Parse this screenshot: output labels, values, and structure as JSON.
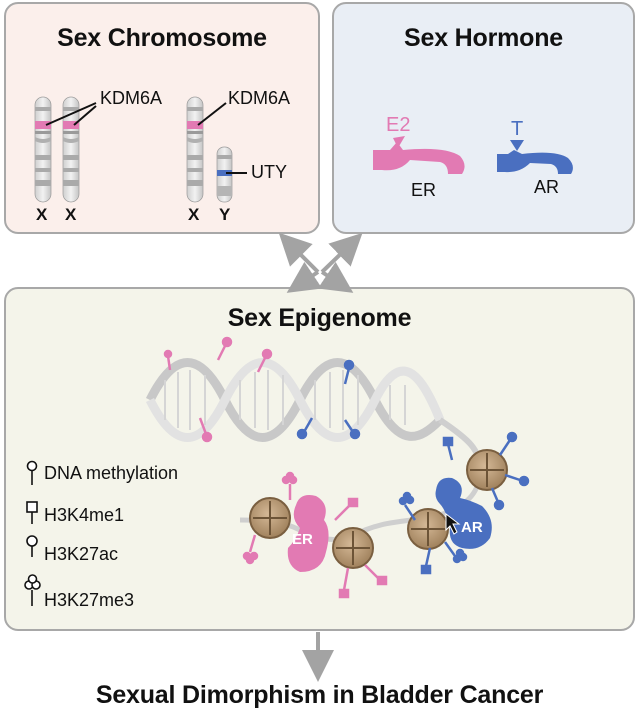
{
  "chromosome_panel": {
    "title": "Sex Chromosome",
    "gene_label_1": "KDM6A",
    "gene_label_2": "KDM6A",
    "gene_label_uty": "UTY",
    "chromosome_labels": [
      "X",
      "X",
      "X",
      "Y"
    ]
  },
  "hormone_panel": {
    "title": "Sex Hormone",
    "ligand_estrogen": "E2",
    "receptor_estrogen": "ER",
    "ligand_testosterone": "T",
    "receptor_androgen": "AR"
  },
  "epigenome_panel": {
    "title": "Sex Epigenome",
    "legend": [
      {
        "label": "DNA methylation",
        "icon": "lollipop-open-icon"
      },
      {
        "label": "H3K4me1",
        "icon": "flag-rect-icon"
      },
      {
        "label": "H3K27ac",
        "icon": "pin-open-icon"
      },
      {
        "label": "H3K27me3",
        "icon": "clover-icon"
      }
    ],
    "er_blob_label": "ER",
    "ar_blob_label": "AR"
  },
  "footer": {
    "title": "Sexual Dimorphism in Bladder Cancer"
  },
  "colors": {
    "pink": "#e27ab3",
    "blue": "#4a6fc0",
    "gray_arrow": "#a3a3a3",
    "nucleosome": "#b89a78"
  }
}
